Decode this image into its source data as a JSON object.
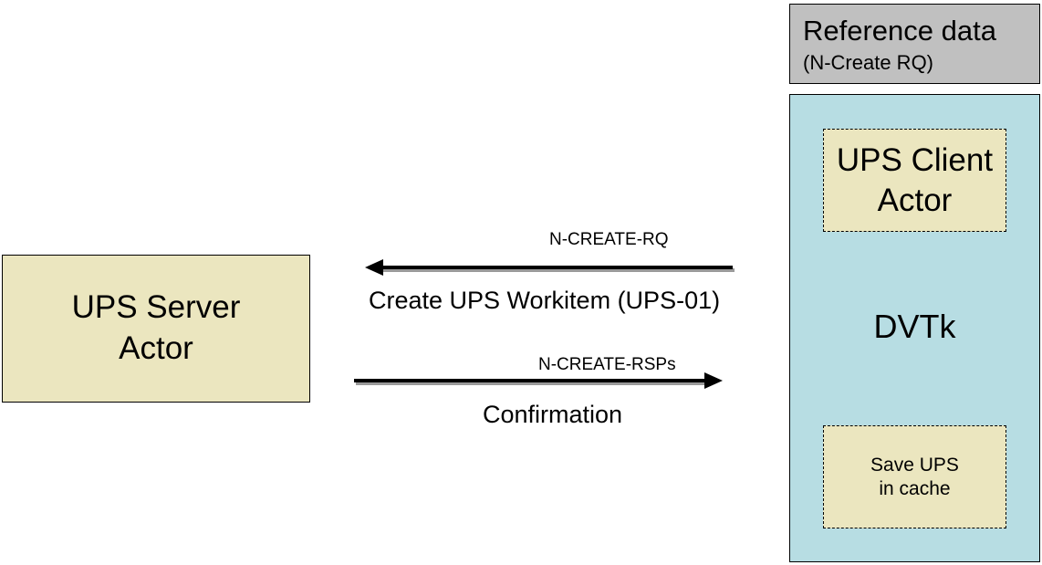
{
  "reference": {
    "title": "Reference data",
    "subtitle": "(N-Create RQ)"
  },
  "dvtk": {
    "label": "DVTk",
    "client_actor": [
      "UPS Client",
      "Actor"
    ],
    "cache": [
      "Save UPS",
      "in cache"
    ]
  },
  "server_actor": [
    "UPS Server",
    "Actor"
  ],
  "messages": {
    "request": {
      "label": "N-CREATE-RQ",
      "description": "Create UPS Workitem (UPS-01)"
    },
    "response": {
      "label": "N-CREATE-RSPs",
      "description": "Confirmation"
    }
  }
}
